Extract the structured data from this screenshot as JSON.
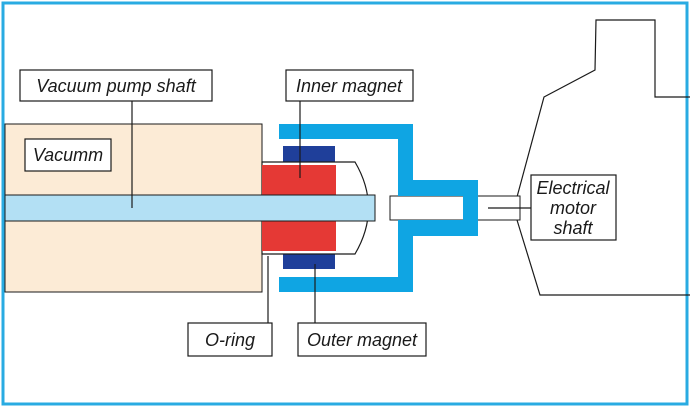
{
  "diagram": {
    "labels": {
      "vacuum_pump_shaft": "Vacuum pump shaft",
      "vacuum": "Vacumm",
      "inner_magnet": "Inner magnet",
      "outer_magnet": "Outer magnet",
      "o_ring": "O-ring",
      "motor_line1": "Electrical",
      "motor_line2": "motor",
      "motor_line3": "shaft"
    },
    "colors": {
      "frame": "#29abe2",
      "vacuum_chamber": "#fcebd6",
      "pump_shaft": "#b3e0f4",
      "coupling_housing": "#0fa5e3",
      "inner_magnet": "#e53935",
      "outer_magnet": "#1f3f9a",
      "outline": "#1a1a1a"
    }
  }
}
